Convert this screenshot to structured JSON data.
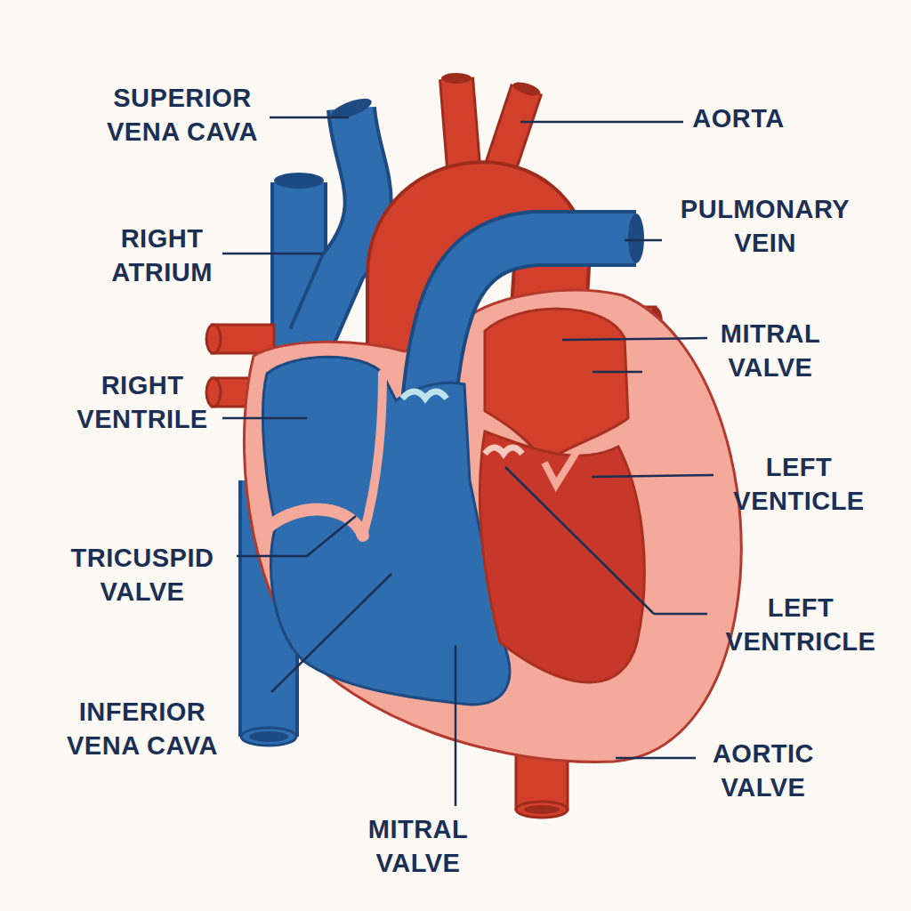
{
  "diagram": {
    "labels": [
      "SUPERIOR VENA CAVA",
      "AORTA",
      "RIGHT ATRIUM",
      "PULMONARY VEIN",
      "RIGHT VENTRILE",
      "MITRAL VALVE",
      "LEFT VENTICLE",
      "TRICUSPID VALVE",
      "LEFT VENTRICLE",
      "INFERIOR VENA CAVA",
      "AORTIC VALVE",
      "MITRAL VALVE"
    ]
  }
}
